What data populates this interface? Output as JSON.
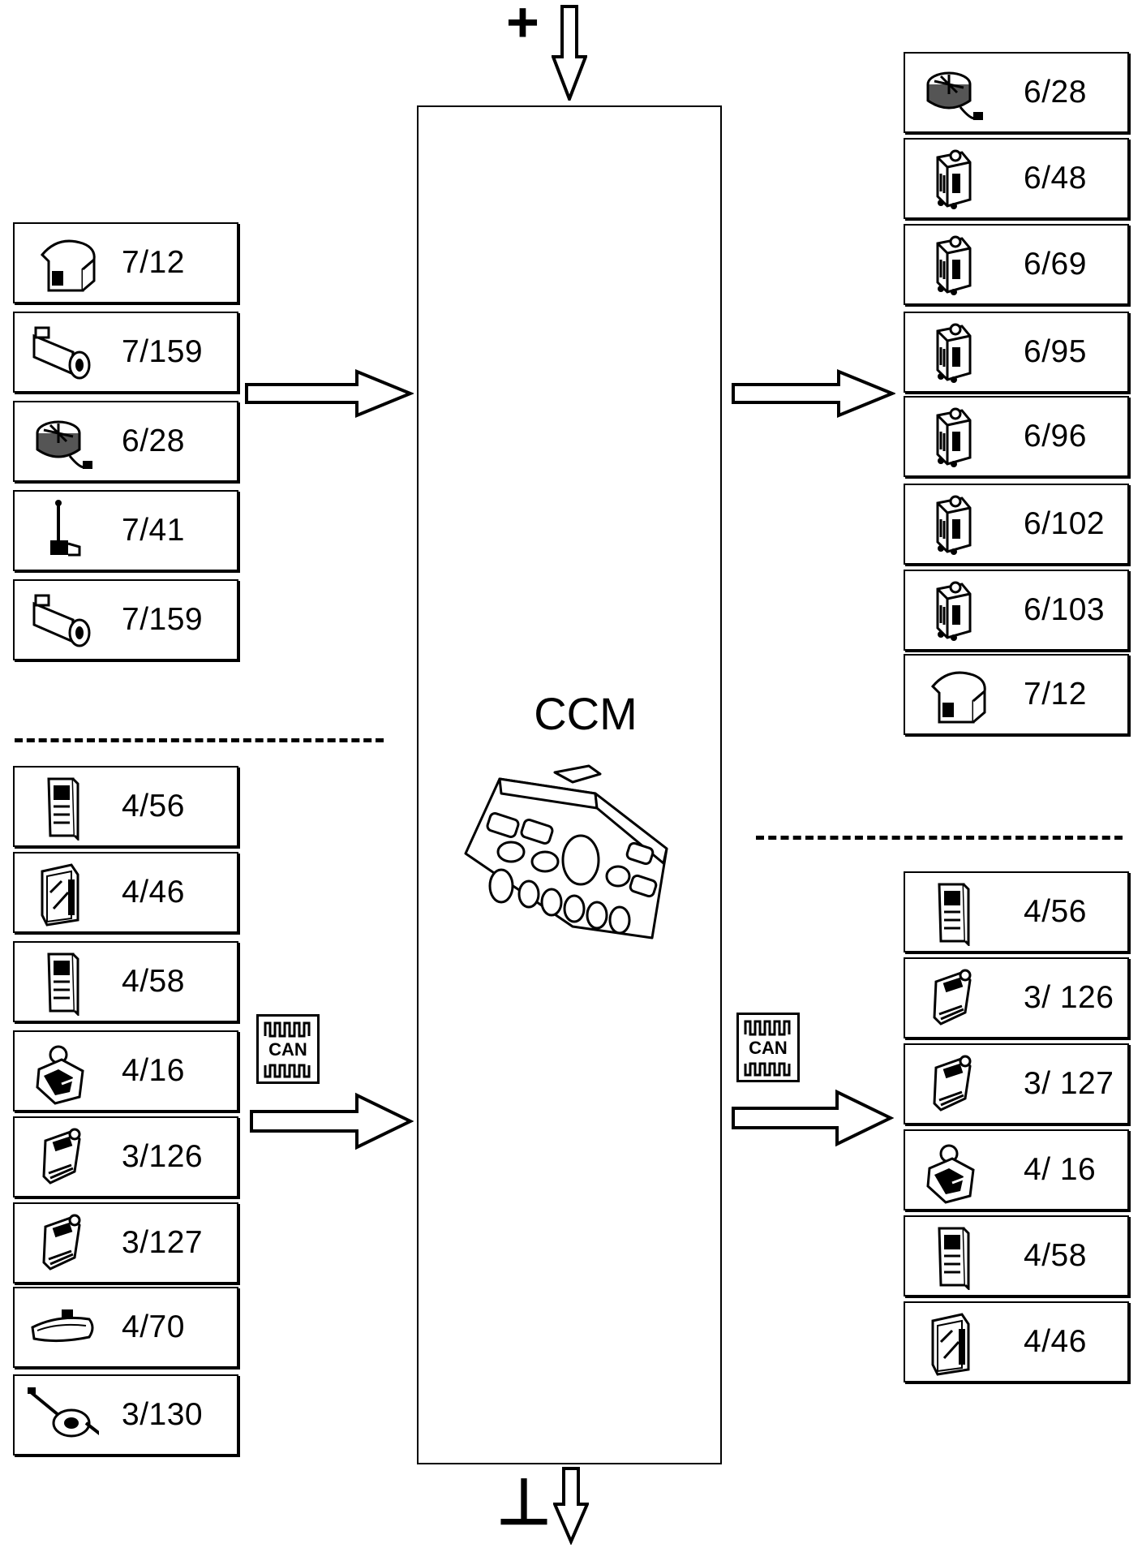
{
  "diagram": {
    "power": {
      "plus_symbol": "+",
      "ground_symbol": "⊥"
    },
    "ccm": {
      "label": "CCM"
    },
    "can_label": "CAN",
    "left_inputs": [
      {
        "code": "7/12",
        "icon": "sensor-housing-icon"
      },
      {
        "code": "7/159",
        "icon": "tube-sensor-icon"
      },
      {
        "code": "6/28",
        "icon": "blower-motor-icon"
      },
      {
        "code": "7/41",
        "icon": "probe-sensor-icon"
      },
      {
        "code": "7/159",
        "icon": "tube-sensor-icon"
      }
    ],
    "left_can": [
      {
        "code": "4/56",
        "icon": "module-unit-icon"
      },
      {
        "code": "4/46",
        "icon": "control-module-icon"
      },
      {
        "code": "4/58",
        "icon": "module-unit-icon"
      },
      {
        "code": "4/16",
        "icon": "engine-module-icon"
      },
      {
        "code": "3/126",
        "icon": "switch-module-icon"
      },
      {
        "code": "3/127",
        "icon": "switch-module-icon"
      },
      {
        "code": "4/70",
        "icon": "mirror-module-icon"
      },
      {
        "code": "3/130",
        "icon": "steering-switch-icon"
      }
    ],
    "right_outputs": [
      {
        "code": "6/28",
        "icon": "blower-motor-icon"
      },
      {
        "code": "6/48",
        "icon": "damper-motor-icon"
      },
      {
        "code": "6/69",
        "icon": "damper-motor-icon"
      },
      {
        "code": "6/95",
        "icon": "damper-motor-icon"
      },
      {
        "code": "6/96",
        "icon": "damper-motor-icon"
      },
      {
        "code": "6/102",
        "icon": "damper-motor-icon"
      },
      {
        "code": "6/103",
        "icon": "damper-motor-icon"
      },
      {
        "code": "7/12",
        "icon": "sensor-housing-icon"
      }
    ],
    "right_can": [
      {
        "code": "4/56",
        "icon": "module-unit-icon"
      },
      {
        "code": "3/ 126",
        "icon": "switch-module-icon"
      },
      {
        "code": "3/ 127",
        "icon": "switch-module-icon"
      },
      {
        "code": "4/ 16",
        "icon": "engine-module-icon"
      },
      {
        "code": "4/58",
        "icon": "module-unit-icon"
      },
      {
        "code": "4/46",
        "icon": "control-module-icon"
      }
    ]
  }
}
